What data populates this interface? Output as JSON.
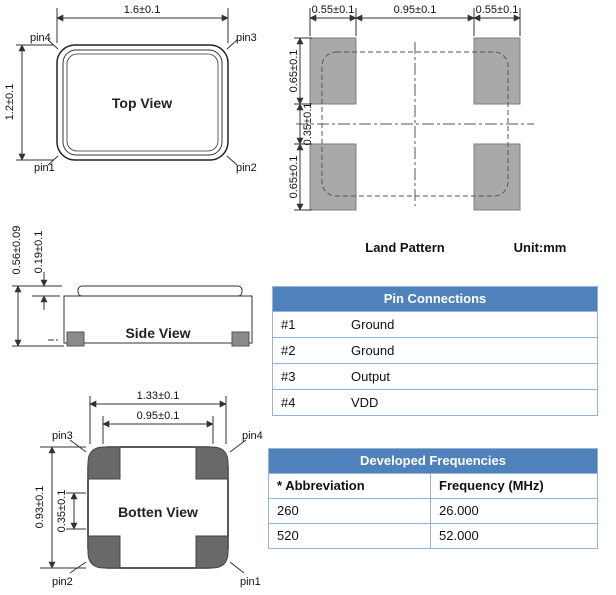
{
  "colors": {
    "header_blue": "#4f81bd",
    "table_border": "#95b3d7",
    "land_pad_gray": "#a9a9a9",
    "bottom_pad_gray": "#696969"
  },
  "top_view": {
    "label": "Top View",
    "dim_width": "1.6±0.1",
    "dim_height": "1.2±0.1",
    "pin1": "pin1",
    "pin2": "pin2",
    "pin3": "pin3",
    "pin4": "pin4"
  },
  "land_pattern": {
    "label": "Land Pattern",
    "unit": "Unit:mm",
    "dim_pad_left": "0.55±0.1",
    "dim_center": "0.95±0.1",
    "dim_pad_right": "0.55±0.1",
    "dim_pad_top": "0.65±0.1",
    "dim_gap": "0.35±0.1",
    "dim_pad_bottom": "0.65±0.1"
  },
  "side_view": {
    "label": "Side View",
    "dim_height": "0.56±0.09",
    "dim_lid": "0.19±0.1"
  },
  "bottom_view": {
    "label": "Botten View",
    "dim_outer_width": "1.33±0.1",
    "dim_inner_width": "0.95±0.1",
    "dim_height": "0.93±0.1",
    "dim_inner_height": "0.35±0.1",
    "pin1": "pin1",
    "pin2": "pin2",
    "pin3": "pin3",
    "pin4": "pin4"
  },
  "pin_connections": {
    "title": "Pin Connections",
    "rows": [
      {
        "pin": "#1",
        "function": "Ground"
      },
      {
        "pin": "#2",
        "function": "Ground"
      },
      {
        "pin": "#3",
        "function": "Output"
      },
      {
        "pin": "#4",
        "function": "VDD"
      }
    ]
  },
  "developed_frequencies": {
    "title": "Developed Frequencies",
    "col_abbreviation": "* Abbreviation",
    "col_frequency": "Frequency (MHz)",
    "rows": [
      {
        "abbreviation": "260",
        "frequency": "26.000"
      },
      {
        "abbreviation": "520",
        "frequency": "52.000"
      }
    ]
  }
}
